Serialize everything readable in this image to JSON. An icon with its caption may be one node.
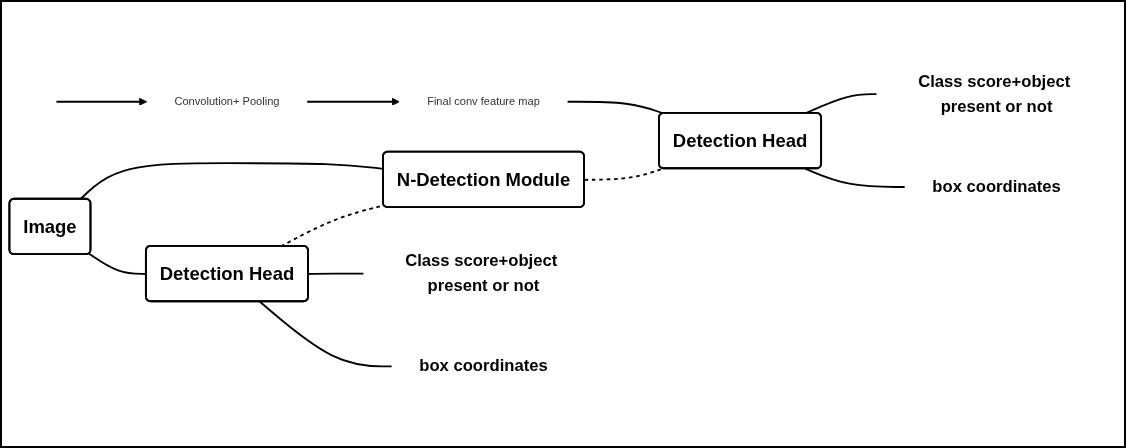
{
  "diagram": {
    "nodes": [
      {
        "text": [
          "Image"
        ]
      },
      {
        "text": [
          "Convolution+ Pooling"
        ]
      },
      {
        "text": [
          "Final conv feature map"
        ]
      },
      {
        "text": [
          "Detection Head"
        ]
      },
      {
        "text": [
          "N-Detection Module"
        ]
      },
      {
        "text": [
          "Detection Head"
        ]
      },
      {
        "text": [
          "Class score+object present or not"
        ]
      },
      {
        "text": [
          "box coordinates"
        ]
      },
      {
        "text": [
          "Class score+object present or not"
        ]
      },
      {
        "text": [
          "box coordinates"
        ]
      }
    ],
    "edges": [
      {
        "from": null,
        "to": 1,
        "arrow": "to"
      },
      {
        "from": 1,
        "to": 2,
        "arrow": "to"
      },
      {
        "from": 0,
        "to": 3,
        "arrow": "none"
      },
      {
        "from": 0,
        "to": 4,
        "arrow": "none"
      },
      {
        "from": 2,
        "to": 5,
        "arrow": "none"
      },
      {
        "from": 3,
        "to": 4,
        "arrow": "none",
        "style": "dashed"
      },
      {
        "from": 4,
        "to": 5,
        "arrow": "none",
        "style": "dashed"
      },
      {
        "from": 3,
        "to": 6,
        "arrow": "none"
      },
      {
        "from": 3,
        "to": 7,
        "arrow": "none"
      },
      {
        "from": 5,
        "to": 8,
        "arrow": "none"
      },
      {
        "from": 5,
        "to": 9,
        "arrow": "none"
      }
    ]
  }
}
